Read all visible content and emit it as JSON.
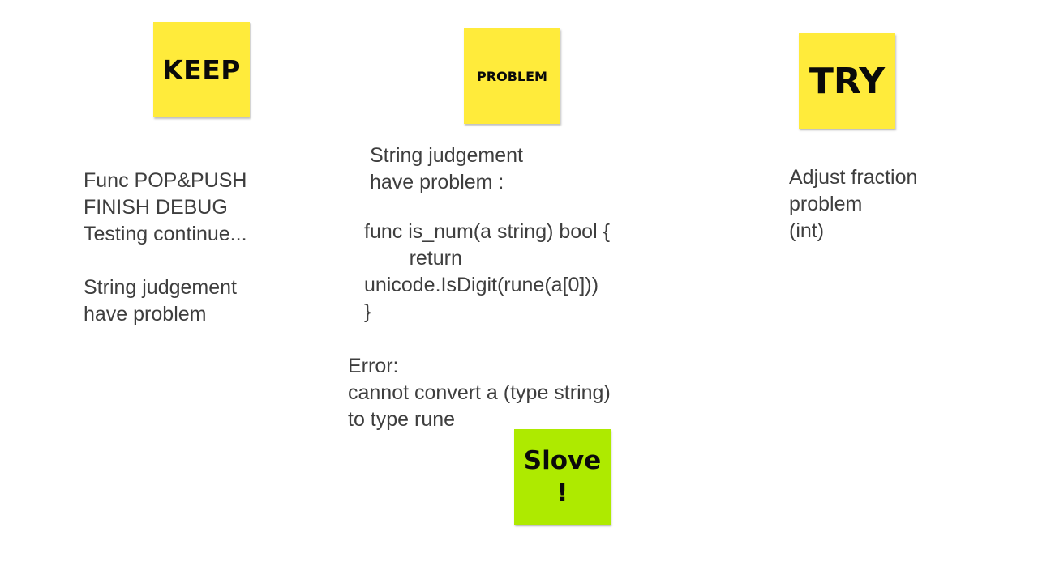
{
  "colors": {
    "sticky_yellow": "#ffeb3b",
    "sticky_green": "#aeea00",
    "text": "#3e3e3e"
  },
  "keep": {
    "note_label": "KEEP",
    "text": "Func POP&PUSH\nFINISH DEBUG\nTesting continue...\n\nString judgement\nhave problem"
  },
  "problem": {
    "note_label": "PROBLEM",
    "description": "String judgement\nhave problem :",
    "code": "func is_num(a string) bool {\n        return\nunicode.IsDigit(rune(a[0]))\n}",
    "error": "Error:\ncannot convert a (type string)\nto type rune",
    "solve_note_label": "Slove\n!"
  },
  "try": {
    "note_label": "TRY",
    "text": "Adjust fraction\nproblem\n(int)"
  }
}
